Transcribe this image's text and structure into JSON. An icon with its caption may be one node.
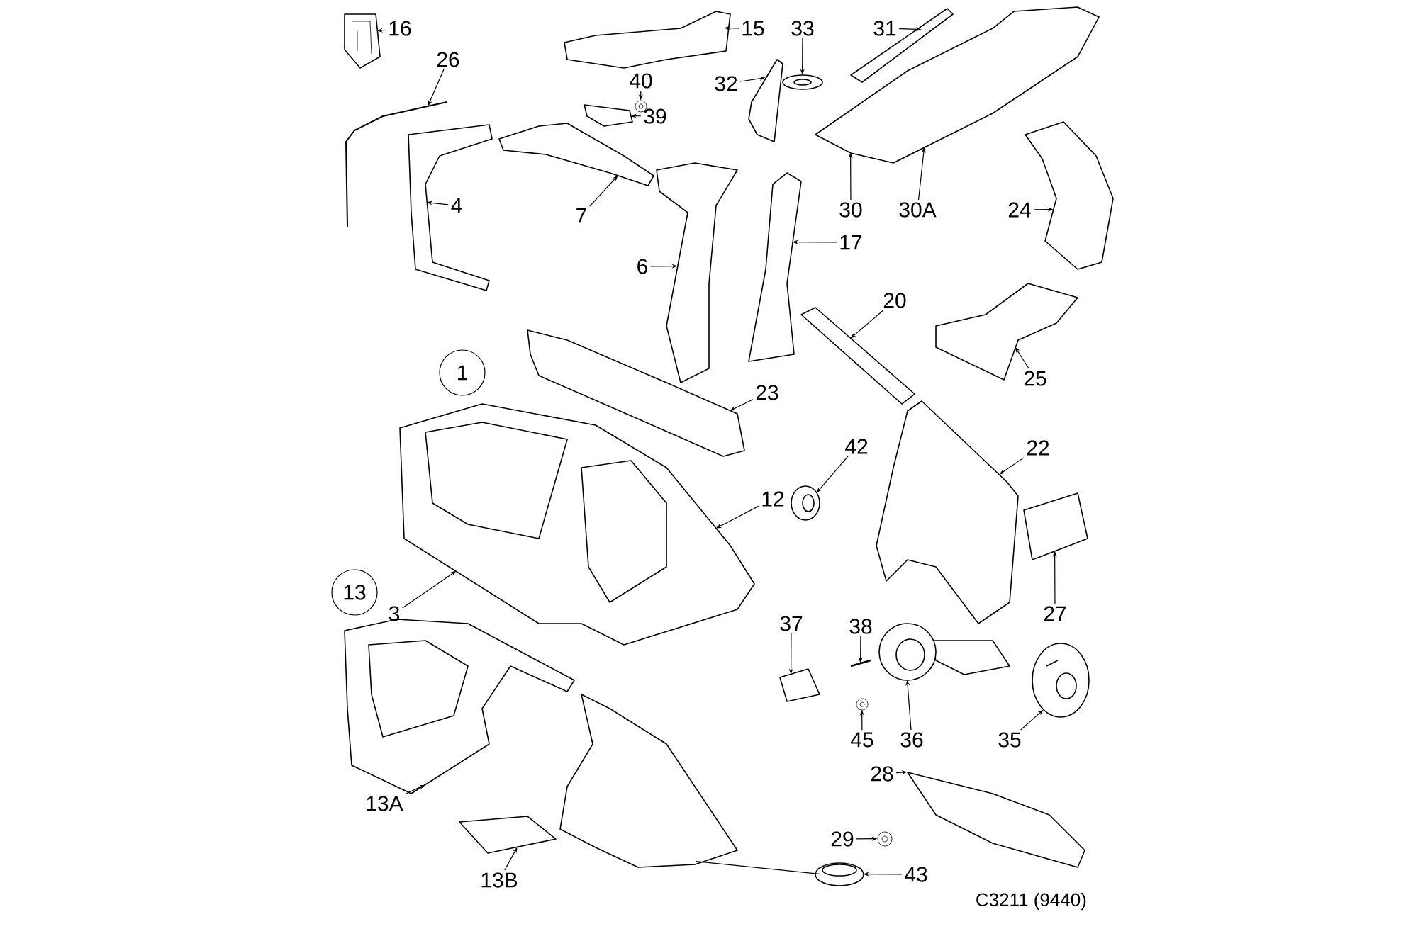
{
  "diagram": {
    "nodes": [
      {
        "text": [
          "16"
        ]
      },
      {
        "text": [
          "15"
        ]
      },
      {
        "text": [
          "33"
        ]
      },
      {
        "text": [
          "31"
        ]
      },
      {
        "text": [
          "26"
        ]
      },
      {
        "text": [
          "40"
        ]
      },
      {
        "text": [
          "32"
        ]
      },
      {
        "text": [
          "39"
        ]
      },
      {
        "text": [
          "4"
        ]
      },
      {
        "text": [
          "7"
        ]
      },
      {
        "text": [
          "30"
        ]
      },
      {
        "text": [
          "30A"
        ]
      },
      {
        "text": [
          "24"
        ]
      },
      {
        "text": [
          "17"
        ]
      },
      {
        "text": [
          "6"
        ]
      },
      {
        "text": [
          "20"
        ]
      },
      {
        "text": [
          "1"
        ]
      },
      {
        "text": [
          "25"
        ]
      },
      {
        "text": [
          "23"
        ]
      },
      {
        "text": [
          "42"
        ]
      },
      {
        "text": [
          "22"
        ]
      },
      {
        "text": [
          "12"
        ]
      },
      {
        "text": [
          "3"
        ]
      },
      {
        "text": [
          "13"
        ]
      },
      {
        "text": [
          "27"
        ]
      },
      {
        "text": [
          "37"
        ]
      },
      {
        "text": [
          "38"
        ]
      },
      {
        "text": [
          "45"
        ]
      },
      {
        "text": [
          "36"
        ]
      },
      {
        "text": [
          "35"
        ]
      },
      {
        "text": [
          "28"
        ]
      },
      {
        "text": [
          "13A"
        ]
      },
      {
        "text": [
          "29"
        ]
      },
      {
        "text": [
          "43"
        ]
      },
      {
        "text": [
          "13B"
        ]
      },
      {
        "text": [],
        "shape": "picture"
      },
      {
        "text": [],
        "shape": "picture"
      },
      {
        "text": [],
        "shape": "picture"
      },
      {
        "text": [],
        "shape": "picture"
      },
      {
        "text": [],
        "shape": "picture"
      },
      {
        "text": [],
        "shape": "picture"
      },
      {
        "text": [],
        "shape": "picture"
      },
      {
        "text": [],
        "shape": "picture"
      },
      {
        "text": [],
        "shape": "picture"
      },
      {
        "text": [],
        "shape": "picture"
      },
      {
        "text": [],
        "shape": "picture"
      },
      {
        "text": [],
        "shape": "picture"
      },
      {
        "text": [],
        "shape": "picture"
      },
      {
        "text": [],
        "shape": "picture"
      },
      {
        "text": [],
        "shape": "picture"
      },
      {
        "text": [],
        "shape": "picture"
      },
      {
        "text": [],
        "shape": "picture"
      },
      {
        "text": [],
        "shape": "picture"
      },
      {
        "text": [],
        "shape": "picture"
      },
      {
        "text": [],
        "shape": "picture"
      },
      {
        "text": [],
        "shape": "picture"
      },
      {
        "text": [],
        "shape": "picture"
      },
      {
        "text": [],
        "shape": "picture"
      },
      {
        "text": [],
        "shape": "picture"
      },
      {
        "text": [],
        "shape": "picture"
      },
      {
        "text": [],
        "shape": "picture"
      },
      {
        "text": [],
        "shape": "picture"
      },
      {
        "text": [],
        "shape": "picture"
      },
      {
        "text": [],
        "shape": "picture"
      },
      {
        "text": [],
        "shape": "picture"
      },
      {
        "text": [],
        "shape": "picture"
      },
      {
        "text": [],
        "shape": "picture"
      }
    ],
    "edges": [
      {
        "from": 0,
        "to": 35,
        "arrow": "to"
      },
      {
        "from": 1,
        "to": 36,
        "arrow": "to"
      },
      {
        "from": 2,
        "to": 37,
        "arrow": "to"
      },
      {
        "from": 3,
        "to": 38,
        "arrow": "to"
      },
      {
        "from": 4,
        "to": 39,
        "arrow": "to"
      },
      {
        "from": 5,
        "to": 40,
        "arrow": "to"
      },
      {
        "from": 6,
        "to": 41,
        "arrow": "to"
      },
      {
        "from": 7,
        "to": 42,
        "arrow": "to"
      },
      {
        "from": 8,
        "to": 43,
        "arrow": "to"
      },
      {
        "from": 9,
        "to": 44,
        "arrow": "to"
      },
      {
        "from": 10,
        "to": 45,
        "arrow": "to"
      },
      {
        "from": 11,
        "to": 45,
        "arrow": "to"
      },
      {
        "from": 12,
        "to": 46,
        "arrow": "to"
      },
      {
        "from": 13,
        "to": 47,
        "arrow": "to"
      },
      {
        "from": 14,
        "to": 48,
        "arrow": "to"
      },
      {
        "from": 15,
        "to": 49,
        "arrow": "to"
      },
      {
        "from": 17,
        "to": 50,
        "arrow": "to"
      },
      {
        "from": 18,
        "to": 51,
        "arrow": "to"
      },
      {
        "from": 19,
        "to": 52,
        "arrow": "to"
      },
      {
        "from": 20,
        "to": 53,
        "arrow": "to"
      },
      {
        "from": 21,
        "to": 54,
        "arrow": "to"
      },
      {
        "from": 22,
        "to": 54,
        "arrow": "to"
      },
      {
        "from": 24,
        "to": 55,
        "arrow": "to"
      },
      {
        "from": 25,
        "to": 56,
        "arrow": "to"
      },
      {
        "from": 26,
        "to": 57,
        "arrow": "to"
      },
      {
        "from": 27,
        "to": 58,
        "arrow": "to"
      },
      {
        "from": 28,
        "to": 59,
        "arrow": "to"
      },
      {
        "from": 29,
        "to": 60,
        "arrow": "to"
      },
      {
        "from": 30,
        "to": 61,
        "arrow": "to"
      },
      {
        "from": 31,
        "to": 62,
        "arrow": "to"
      },
      {
        "from": 32,
        "to": 63,
        "arrow": "to"
      },
      {
        "from": 33,
        "to": 64,
        "arrow": "to"
      },
      {
        "from": 34,
        "to": 65,
        "arrow": "to"
      },
      {
        "from": 66,
        "to": 64,
        "arrow": "none"
      }
    ],
    "labels": [
      "C3211 (9440)"
    ]
  }
}
